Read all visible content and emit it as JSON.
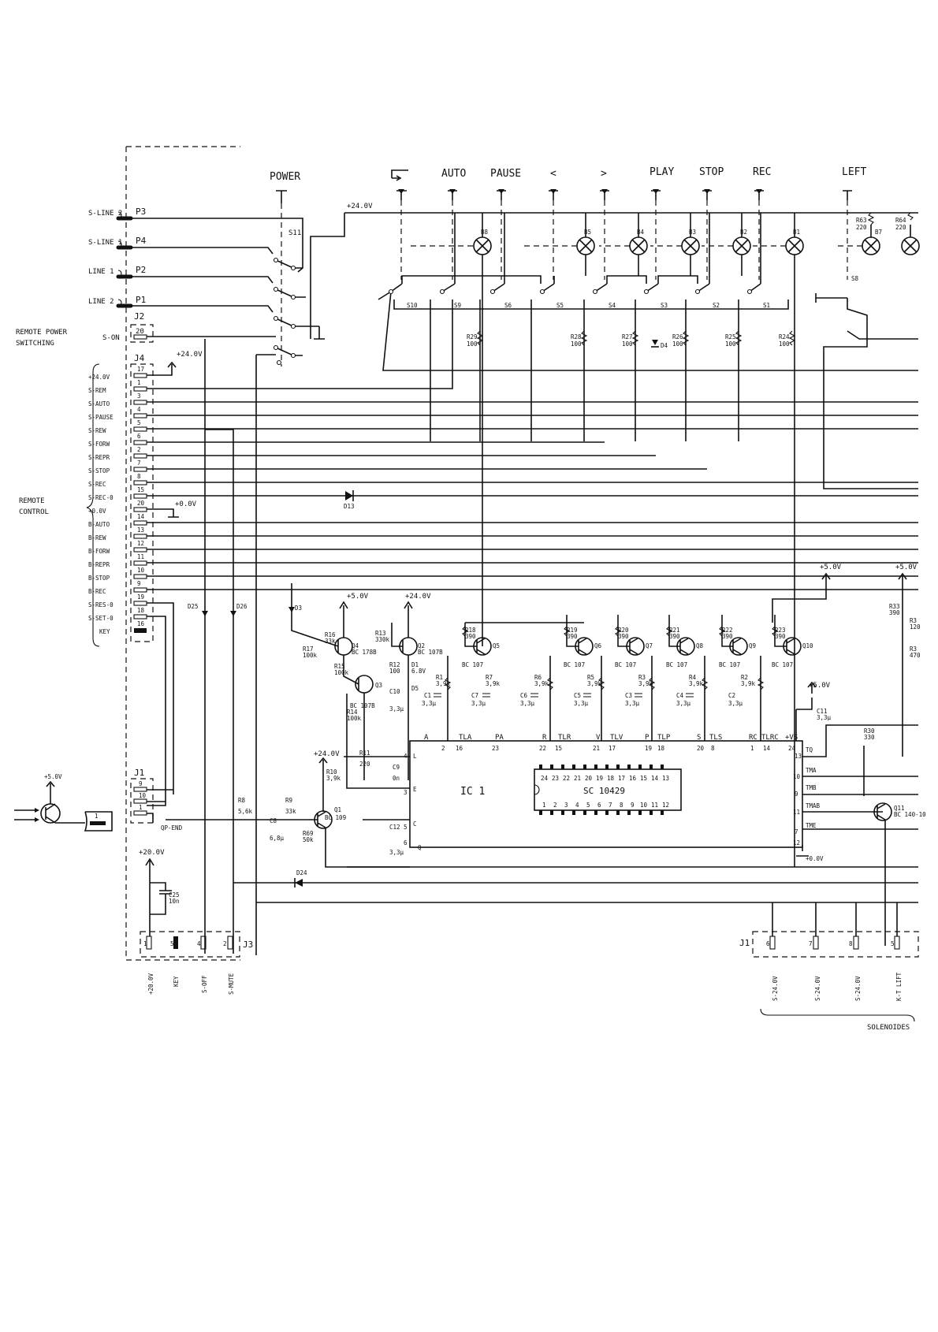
{
  "top_buttons": [
    "POWER",
    "AUTO",
    "PAUSE",
    "<",
    ">",
    "PLAY",
    "STOP",
    "REC",
    "LEFT"
  ],
  "supply": {
    "v24": "+24.0V",
    "v5": "+5.0V",
    "v0": "+0.0V",
    "v20": "+20.0V"
  },
  "left_connectors": [
    {
      "name": "S-LINE 2",
      "pin": "P3"
    },
    {
      "name": "S-LINE 1",
      "pin": "P4"
    },
    {
      "name": "LINE 1",
      "pin": "P2"
    },
    {
      "name": "LINE 2",
      "pin": "P1"
    }
  ],
  "remote_power": {
    "title": "REMOTE POWER",
    "title2": "SWITCHING",
    "conn": "J2",
    "signal": "S-ON",
    "pin": "20"
  },
  "j4": {
    "name": "J4",
    "group_label": "REMOTE",
    "group_label2": "CONTROL",
    "rows": [
      {
        "sig": "+24.0V",
        "pin": "17"
      },
      {
        "sig": "S-REM",
        "pin": "1"
      },
      {
        "sig": "S-AUTO",
        "pin": "3"
      },
      {
        "sig": "S-PAUSE",
        "pin": "4"
      },
      {
        "sig": "S-REW",
        "pin": "5"
      },
      {
        "sig": "S-FORW",
        "pin": "6"
      },
      {
        "sig": "S-REPR",
        "pin": "2"
      },
      {
        "sig": "S-STOP",
        "pin": "7"
      },
      {
        "sig": "S-REC",
        "pin": "8"
      },
      {
        "sig": "S-REC-0",
        "pin": "15"
      },
      {
        "sig": "+0.0V",
        "pin": "20"
      },
      {
        "sig": "B-AUTO",
        "pin": "14"
      },
      {
        "sig": "B-REW",
        "pin": "13"
      },
      {
        "sig": "B-FORW",
        "pin": "12"
      },
      {
        "sig": "B-REPR",
        "pin": "11"
      },
      {
        "sig": "B-STOP",
        "pin": "10"
      },
      {
        "sig": "B-REC",
        "pin": "9"
      },
      {
        "sig": "S-RES-0",
        "pin": "19"
      },
      {
        "sig": "S-SET-0",
        "pin": "18"
      },
      {
        "sig": "KEY",
        "pin": "16"
      }
    ]
  },
  "switches": [
    "S11",
    "S10",
    "S9",
    "S6",
    "S5",
    "S4",
    "S3",
    "S2",
    "S1",
    "S8"
  ],
  "lamps": [
    "B8",
    "B5",
    "B4",
    "B3",
    "B2",
    "B1",
    "B7"
  ],
  "lamp_resistors": [
    {
      "ref": "R63",
      "val": "220"
    },
    {
      "ref": "R64",
      "val": "220"
    }
  ],
  "series_resistors": [
    {
      "ref": "R29",
      "val": "100"
    },
    {
      "ref": "R28",
      "val": "100"
    },
    {
      "ref": "R27",
      "val": "100"
    },
    {
      "ref": "R26",
      "val": "100"
    },
    {
      "ref": "R25",
      "val": "100"
    },
    {
      "ref": "R24",
      "val": "100"
    }
  ],
  "diodes": [
    "D4",
    "D13",
    "D3",
    "D25",
    "D26",
    "D1",
    "D5",
    "D24"
  ],
  "d1_value": "6.8V",
  "transistors": [
    {
      "ref": "Q4",
      "type": "BC 178B"
    },
    {
      "ref": "Q3",
      "type": "BC 107B"
    },
    {
      "ref": "Q2",
      "type": "BC 107B"
    },
    {
      "ref": "Q5",
      "type": "BC 107"
    },
    {
      "ref": "Q6",
      "type": "BC 107"
    },
    {
      "ref": "Q7",
      "type": "BC 107"
    },
    {
      "ref": "Q8",
      "type": "BC 107"
    },
    {
      "ref": "Q9",
      "type": "BC 107"
    },
    {
      "ref": "Q10",
      "type": "BC 107"
    },
    {
      "ref": "Q1",
      "type": "BC 109"
    },
    {
      "ref": "Q11",
      "type": "BC 140-10"
    }
  ],
  "base_resistors": [
    {
      "ref": "R18",
      "val": "390"
    },
    {
      "ref": "R19",
      "val": "390"
    },
    {
      "ref": "R20",
      "val": "390"
    },
    {
      "ref": "R21",
      "val": "390"
    },
    {
      "ref": "R22",
      "val": "390"
    },
    {
      "ref": "R23",
      "val": "390"
    }
  ],
  "rc_pairs": [
    {
      "r": "R1",
      "rv": "3,9k",
      "c": "C1",
      "cv": "3,3µ"
    },
    {
      "r": "R7",
      "rv": "3,9k",
      "c": "C7",
      "cv": "3,3µ"
    },
    {
      "r": "R6",
      "rv": "3,9k",
      "c": "C6",
      "cv": "3,3µ"
    },
    {
      "r": "R5",
      "rv": "3,9k",
      "c": "C5",
      "cv": "3,3µ"
    },
    {
      "r": "R3",
      "rv": "3,9k",
      "c": "C3",
      "cv": "3,3µ"
    },
    {
      "r": "R4",
      "rv": "3,9k",
      "c": "C4",
      "cv": "3,3µ"
    },
    {
      "r": "R2",
      "rv": "3,9k",
      "c": "C2",
      "cv": "3,3µ"
    }
  ],
  "misc_parts": {
    "r17": "R17",
    "r17v": "100k",
    "r16": "R16",
    "r16v": "33k",
    "r15": "R15",
    "r15v": "100k",
    "r13": "R13",
    "r13v": "330k",
    "r12": "R12",
    "r12v": "100",
    "c10": "C10",
    "c10v": "3,3µ",
    "r14": "R14",
    "r14v": "100k",
    "r11": "R11",
    "r11v": "220",
    "c9": "C9",
    "c9v": "0n",
    "r10": "R10",
    "r10v": "3,9k",
    "r8": "R8",
    "r8v": "5,6k",
    "r9": "R9",
    "r9v": "33k",
    "c8": "C8",
    "c8v": "6,8µ",
    "r69": "R69",
    "r69v": "50k",
    "c12": "C12",
    "c12v": "3,3µ",
    "c11": "C11",
    "c11v": "3,3µ",
    "c25": "C25",
    "c25v": "10n",
    "r30": "R30",
    "r30v": "330",
    "r33": "R33",
    "r33v": "390",
    "r3x": "R3",
    "r3xv": "120",
    "r3y": "R3",
    "r3yv": "470"
  },
  "ic": {
    "name": "IC 1",
    "part": "SC 10429",
    "top_pins": [
      "24",
      "23",
      "22",
      "21",
      "20",
      "19",
      "18",
      "17",
      "16",
      "15",
      "14",
      "13"
    ],
    "bottom_pins": [
      "1",
      "2",
      "3",
      "4",
      "5",
      "6",
      "7",
      "8",
      "9",
      "10",
      "11",
      "12"
    ],
    "bus_labels": [
      "A",
      "TLA",
      "PA",
      "R",
      "TLR",
      "V",
      "TLV",
      "P",
      "TLP",
      "S",
      "TLS",
      "RC",
      "TLRC",
      "+VS"
    ],
    "bus_pins": [
      "2",
      "16",
      "23",
      "22",
      "15",
      "21",
      "17",
      "19",
      "18",
      "20",
      "8",
      "1",
      "14",
      "24"
    ],
    "left_pins": [
      {
        "label": "L",
        "pin": "4"
      },
      {
        "label": "E",
        "pin": "3"
      },
      {
        "label": "C",
        "pin": "5"
      },
      {
        "label": "Q",
        "pin": "6"
      }
    ],
    "right_pins": [
      {
        "label": "TQ",
        "pin": "13"
      },
      {
        "label": "TMA",
        "pin": "10"
      },
      {
        "label": "TMB",
        "pin": "9"
      },
      {
        "label": "TMAB",
        "pin": "11"
      },
      {
        "label": "TME",
        "pin": "7"
      },
      {
        "label": "",
        "pin": "12"
      }
    ]
  },
  "j1": {
    "name": "J1",
    "pins": [
      "9",
      "10",
      "1"
    ],
    "signal": "QP-END"
  },
  "phototransistor_supply": "+5.0V",
  "j3": {
    "name": "J3",
    "pins": [
      "1",
      "5",
      "4",
      "2"
    ],
    "labels": [
      "+20.0V",
      "KEY",
      "S-OFF",
      "S-MUTE"
    ]
  },
  "j1_right": {
    "name": "J1",
    "pins": [
      "6",
      "7",
      "8",
      "5"
    ],
    "labels": [
      "S-24.0V",
      "S-24.0V",
      "S-24.0V",
      "K-T LIFT"
    ],
    "group": "SOLENOIDES"
  },
  "hop_pin": "1"
}
